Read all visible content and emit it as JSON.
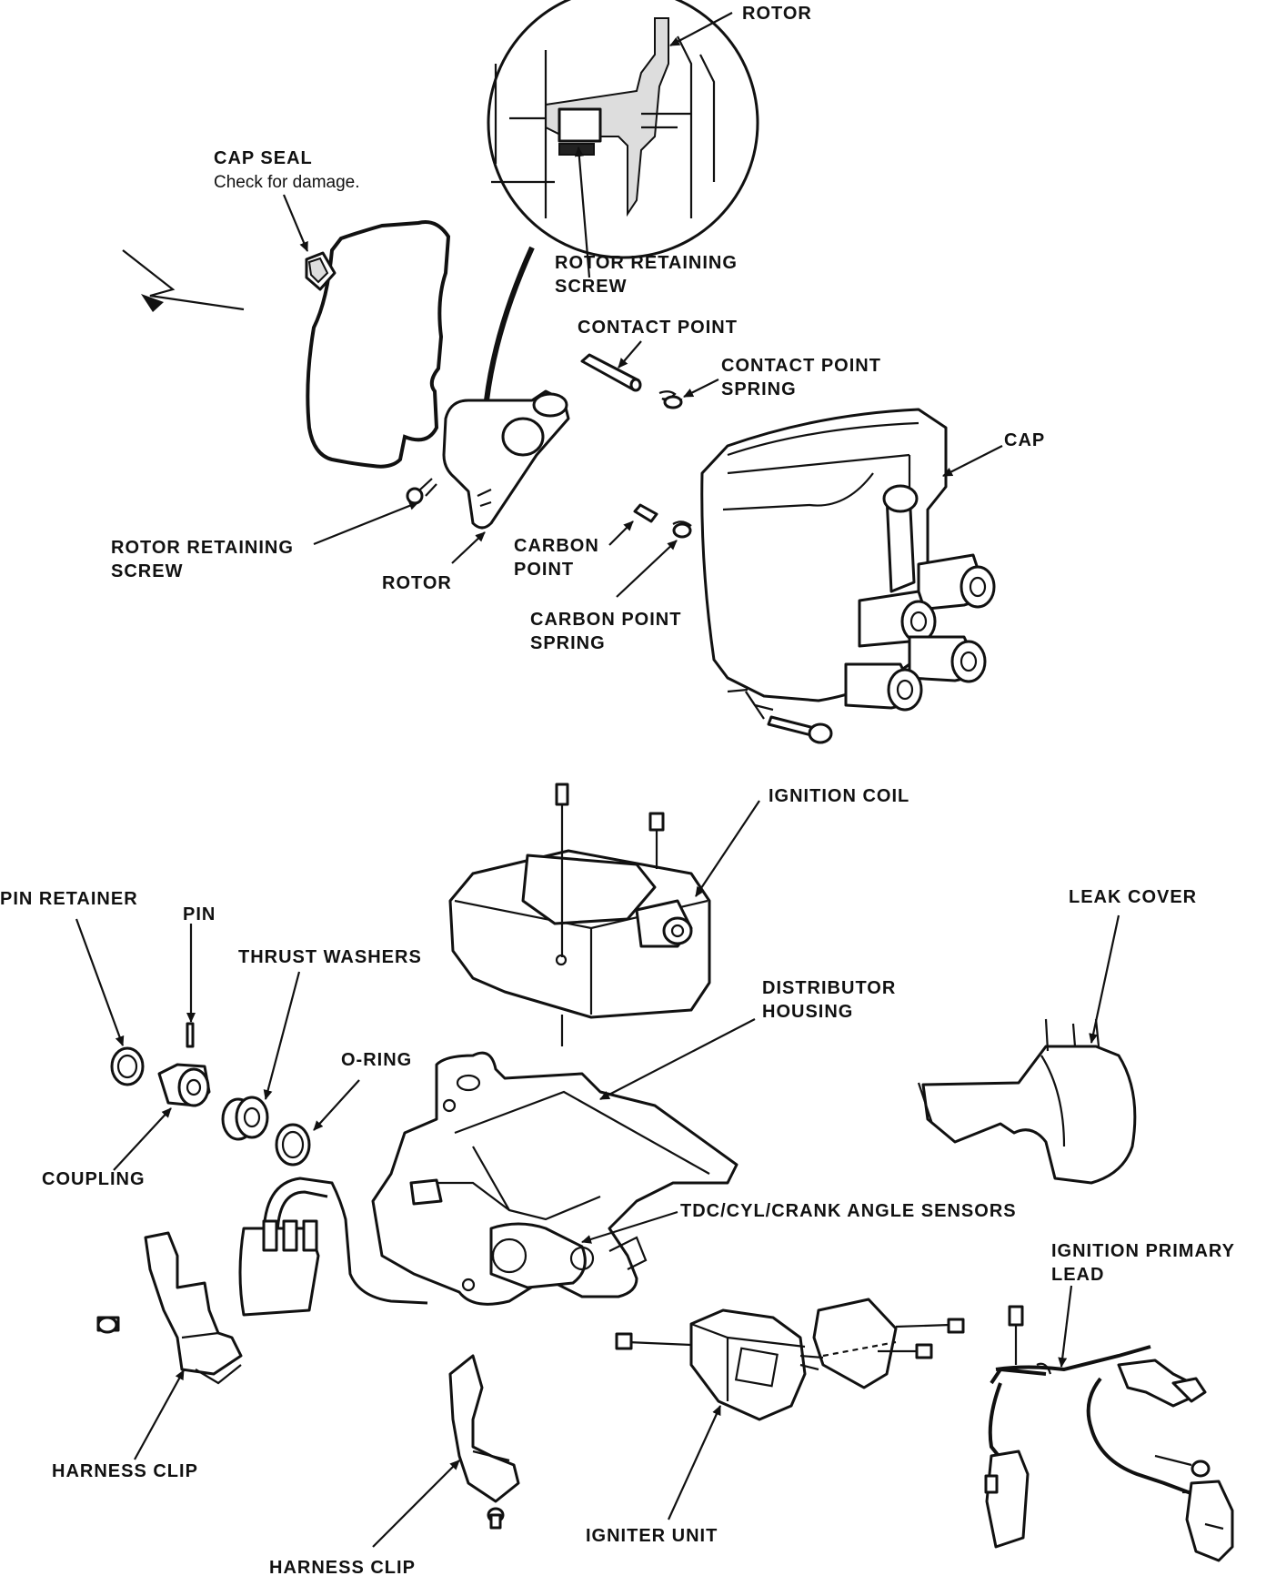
{
  "labels": {
    "rotor_top": "ROTOR",
    "cap_seal": "CAP SEAL",
    "cap_seal_note": "Check for damage.",
    "rotor_retaining_screw_top_1": "ROTOR RETAINING",
    "rotor_retaining_screw_top_2": "SCREW",
    "contact_point": "CONTACT POINT",
    "contact_point_spring_1": "CONTACT POINT",
    "contact_point_spring_2": "SPRING",
    "cap": "CAP",
    "rotor_retaining_screw_1": "ROTOR RETAINING",
    "rotor_retaining_screw_2": "SCREW",
    "rotor": "ROTOR",
    "carbon_point_1": "CARBON",
    "carbon_point_2": "POINT",
    "carbon_point_spring_1": "CARBON POINT",
    "carbon_point_spring_2": "SPRING",
    "ignition_coil": "IGNITION COIL",
    "pin_retainer": "PIN RETAINER",
    "pin": "PIN",
    "thrust_washers": "THRUST WASHERS",
    "leak_cover": "LEAK COVER",
    "distributor_housing_1": "DISTRIBUTOR",
    "distributor_housing_2": "HOUSING",
    "o_ring": "O-RING",
    "coupling": "COUPLING",
    "tdc_sensors": "TDC/CYL/CRANK ANGLE SENSORS",
    "ignition_primary_lead_1": "IGNITION PRIMARY",
    "ignition_primary_lead_2": "LEAD",
    "harness_clip_left": "HARNESS CLIP",
    "harness_clip_bottom": "HARNESS CLIP",
    "igniter_unit": "IGNITER UNIT"
  }
}
